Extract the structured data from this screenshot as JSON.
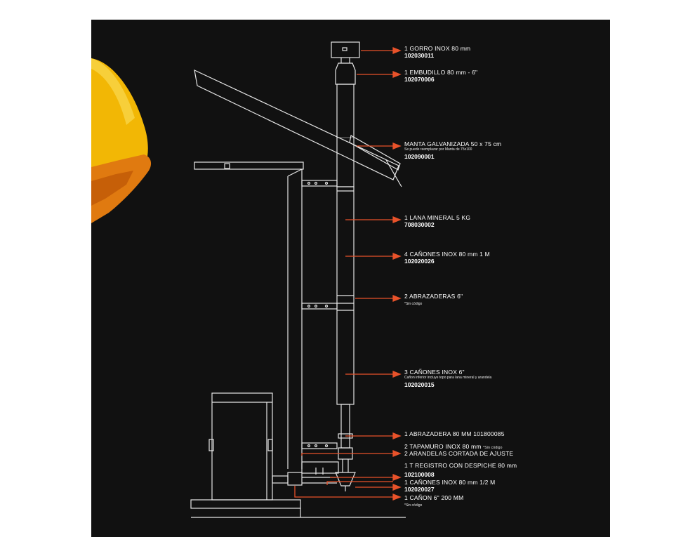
{
  "colors": {
    "background": "#111111",
    "line": "#e6e6e6",
    "arrow": "#e8522a",
    "text": "#ffffff"
  },
  "icons": {
    "helmet": "hard-hat-icon"
  },
  "parts": [
    {
      "title": "1 GORRO INOX 80 mm",
      "code": "102030011"
    },
    {
      "title": "1 EMBUDILLO 80 mm - 6\"",
      "code": "102070006"
    },
    {
      "title": "MANTA GALVANIZADA 50 x 75 cm",
      "note": "Se puede reemplazar por Manta de 75x100",
      "code": "102090001"
    },
    {
      "title": "1 LANA MINERAL 5 KG",
      "code": "708030002"
    },
    {
      "title": "4 CAÑONES INOX 80 mm 1 M",
      "code": "102020026"
    },
    {
      "title": "2 ABRAZADERAS 6\"",
      "note": "*Sin código"
    },
    {
      "title": "3  CAÑONES INOX 6\"",
      "note": "Cañon inferior incluye topo para lana mineral y arandela",
      "code": "102020015"
    },
    {
      "title": "1 ABRAZADERA 80 MM 101800085"
    },
    {
      "title": "2 TAPAMURO INOX 80 mm",
      "inline_note": "*Sin código",
      "title2": "2 ARANDELAS CORTADA DE AJUSTE"
    },
    {
      "title": "1 T REGISTRO CON DESPICHE 80 mm",
      "code": "102100008"
    },
    {
      "title": "1 CAÑONES INOX 80 mm 1/2 M",
      "code": "102020027"
    },
    {
      "title": "1 CAÑON 6\" 200 MM",
      "note": "*Sin código"
    }
  ]
}
